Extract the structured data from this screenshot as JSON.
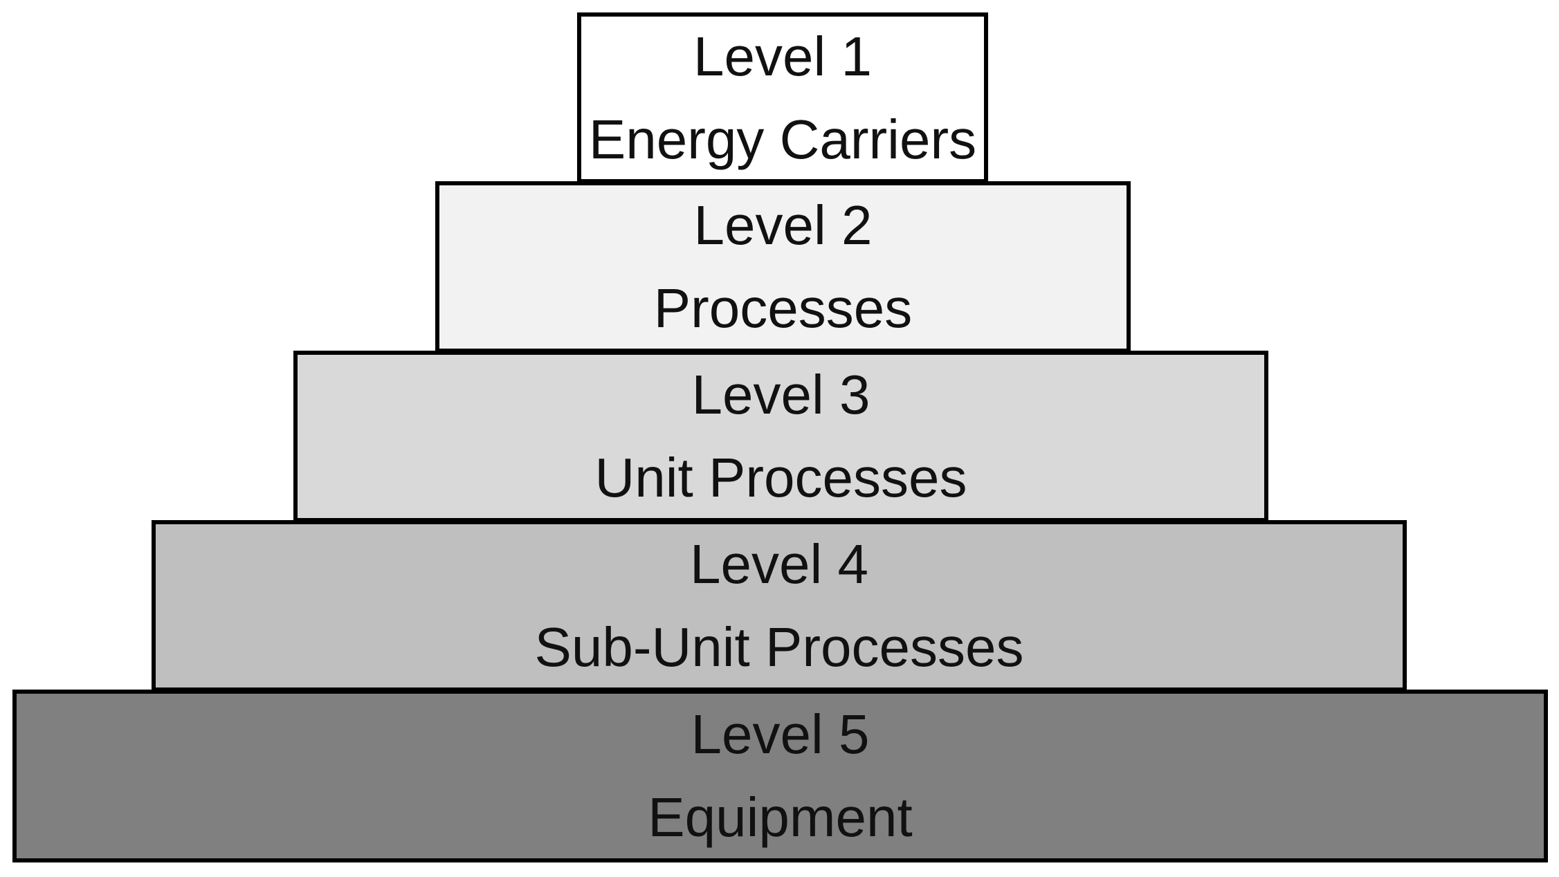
{
  "pyramid": {
    "tiers": [
      {
        "level": "Level 1",
        "name": "Energy Carriers",
        "fill": "#ffffff"
      },
      {
        "level": "Level 2",
        "name": "Processes",
        "fill": "#f2f2f2"
      },
      {
        "level": "Level 3",
        "name": "Unit Processes",
        "fill": "#d9d9d9"
      },
      {
        "level": "Level 4",
        "name": "Sub-Unit Processes",
        "fill": "#bfbfbf"
      },
      {
        "level": "Level 5",
        "name": "Equipment",
        "fill": "#808080"
      }
    ]
  }
}
